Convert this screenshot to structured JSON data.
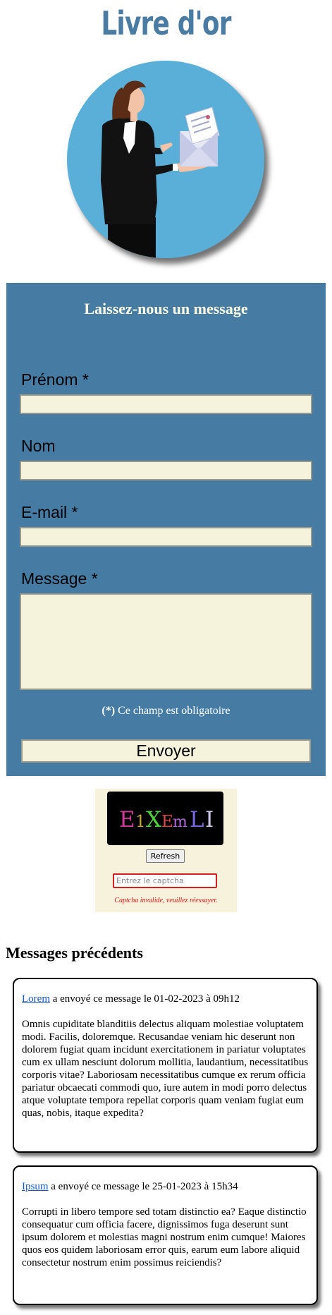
{
  "page": {
    "title": "Livre d'or"
  },
  "form": {
    "title": "Laissez-nous un message",
    "fields": [
      {
        "label": "Prénom *",
        "value": ""
      },
      {
        "label": "Nom",
        "value": ""
      },
      {
        "label": "E-mail *",
        "value": ""
      },
      {
        "label": "Message *",
        "value": ""
      }
    ],
    "required_mark": "(*)",
    "required_text": " Ce champ est obligatoire",
    "submit_label": "Envoyer"
  },
  "captcha": {
    "code_chars": [
      "E",
      "1",
      "X",
      "E",
      "m",
      "L",
      "I"
    ],
    "char_colors": [
      "#d03a9a",
      "#c8a838",
      "#50d040",
      "#d84848",
      "#b068d8",
      "#7868e0",
      "#d0c8e8"
    ],
    "refresh_label": "Refresh",
    "input_placeholder": "Entrez le captcha",
    "error_text": "Captcha invalide, veuillez réessayer."
  },
  "messages": {
    "heading": "Messages précédents",
    "items": [
      {
        "author": "Lorem",
        "meta": " a envoyé ce message le 01-02-2023 à 09h12",
        "body": "Omnis cupiditate blanditiis delectus aliquam molestiae voluptatem modi. Facilis, doloremque. Recusandae veniam hic deserunt non dolorem fugiat quam incidunt exercitationem in pariatur voluptates cum ex ullam nesciunt dolorum mollitia, laudantium, necessitatibus corporis vitae? Laboriosam necessitatibus cumque ex rerum officia pariatur obcaecati commodi quo, iure autem in modi porro delectus atque voluptate tempora repellat corporis quam veniam fugiat eum quas, nobis, itaque expedita?"
      },
      {
        "author": "Ipsum",
        "meta": " a envoyé ce message le 25-01-2023 à 15h34",
        "body": "Corrupti in libero tempore sed totam distinctio ea? Eaque distinctio consequatur cum officia facere, dignissimos fuga deserunt sunt ipsum dolorem et molestias magni nostrum enim cumque! Maiores quos eos quidem laboriosam error quis, earum eum labore aliquid consectetur nostrum enim possimus reiciendis?"
      }
    ]
  },
  "colors": {
    "accent": "#4a7ca3",
    "panel": "#467ca3",
    "input_bg": "#f5f3dc",
    "error": "#e01010"
  }
}
